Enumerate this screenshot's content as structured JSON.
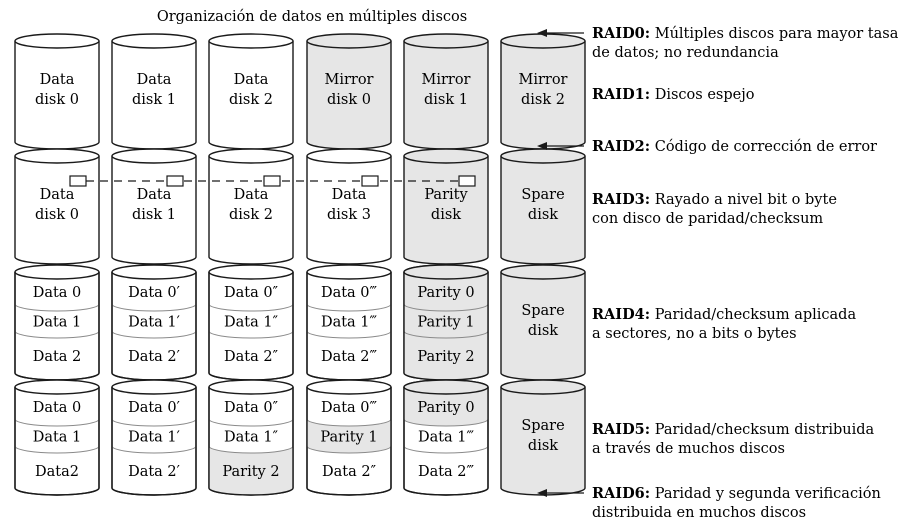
{
  "title": "Organización de datos en múltiples discos",
  "colors": {
    "white": "#ffffff",
    "gray": "#e6e6e6",
    "stroke": "#1a1a1a",
    "sector_line": "#8a8a8a"
  },
  "rows": [
    {
      "id": "raid1",
      "disks": [
        {
          "label": [
            "Data",
            "disk 0"
          ],
          "shade": "white"
        },
        {
          "label": [
            "Data",
            "disk 1"
          ],
          "shade": "white"
        },
        {
          "label": [
            "Data",
            "disk 2"
          ],
          "shade": "white"
        },
        {
          "label": [
            "Mirror",
            "disk 0"
          ],
          "shade": "gray"
        },
        {
          "label": [
            "Mirror",
            "disk 1"
          ],
          "shade": "gray"
        },
        {
          "label": [
            "Mirror",
            "disk 2"
          ],
          "shade": "gray"
        }
      ]
    },
    {
      "id": "raid3",
      "disks": [
        {
          "label": [
            "Data",
            "disk 0"
          ],
          "shade": "white"
        },
        {
          "label": [
            "Data",
            "disk 1"
          ],
          "shade": "white"
        },
        {
          "label": [
            "Data",
            "disk 2"
          ],
          "shade": "white"
        },
        {
          "label": [
            "Data",
            "disk 3"
          ],
          "shade": "white"
        },
        {
          "label": [
            "Parity",
            "disk"
          ],
          "shade": "gray"
        },
        {
          "label": [
            "Spare",
            "disk"
          ],
          "shade": "gray"
        }
      ]
    },
    {
      "id": "raid4",
      "disks": [
        {
          "sectors": [
            {
              "text": "Data 0",
              "shade": "white"
            },
            {
              "text": "Data 1",
              "shade": "white"
            },
            {
              "text": "Data 2",
              "shade": "white"
            }
          ]
        },
        {
          "sectors": [
            {
              "text": "Data 0′",
              "shade": "white"
            },
            {
              "text": "Data 1′",
              "shade": "white"
            },
            {
              "text": "Data 2′",
              "shade": "white"
            }
          ]
        },
        {
          "sectors": [
            {
              "text": "Data 0″",
              "shade": "white"
            },
            {
              "text": "Data 1″",
              "shade": "white"
            },
            {
              "text": "Data 2″",
              "shade": "white"
            }
          ]
        },
        {
          "sectors": [
            {
              "text": "Data 0‴",
              "shade": "white"
            },
            {
              "text": "Data 1‴",
              "shade": "white"
            },
            {
              "text": "Data 2‴",
              "shade": "white"
            }
          ]
        },
        {
          "sectors": [
            {
              "text": "Parity 0",
              "shade": "gray"
            },
            {
              "text": "Parity 1",
              "shade": "gray"
            },
            {
              "text": "Parity 2",
              "shade": "gray"
            }
          ]
        },
        {
          "label": [
            "Spare",
            "disk"
          ],
          "shade": "gray"
        }
      ]
    },
    {
      "id": "raid5",
      "disks": [
        {
          "sectors": [
            {
              "text": "Data 0",
              "shade": "white"
            },
            {
              "text": "Data 1",
              "shade": "white"
            },
            {
              "text": "Data2",
              "shade": "white"
            }
          ]
        },
        {
          "sectors": [
            {
              "text": "Data 0′",
              "shade": "white"
            },
            {
              "text": "Data 1′",
              "shade": "white"
            },
            {
              "text": "Data 2′",
              "shade": "white"
            }
          ]
        },
        {
          "sectors": [
            {
              "text": "Data 0″",
              "shade": "white"
            },
            {
              "text": "Data 1″",
              "shade": "white"
            },
            {
              "text": "Parity 2",
              "shade": "gray"
            }
          ]
        },
        {
          "sectors": [
            {
              "text": "Data 0‴",
              "shade": "white"
            },
            {
              "text": "Parity 1",
              "shade": "gray"
            },
            {
              "text": "Data 2″",
              "shade": "white"
            }
          ]
        },
        {
          "sectors": [
            {
              "text": "Parity 0",
              "shade": "gray"
            },
            {
              "text": "Data 1‴",
              "shade": "white"
            },
            {
              "text": "Data 2‴",
              "shade": "white"
            }
          ]
        },
        {
          "label": [
            "Spare",
            "disk"
          ],
          "shade": "gray"
        }
      ]
    }
  ],
  "descriptions": [
    {
      "bold": "RAID0:",
      "lines": [
        " Múltiples discos para mayor tasa",
        "de datos; no redundancia"
      ],
      "arrow": true
    },
    {
      "bold": "RAID1:",
      "lines": [
        " Discos espejo"
      ],
      "arrow": false
    },
    {
      "bold": "RAID2:",
      "lines": [
        " Código de corrección de error"
      ],
      "arrow": true
    },
    {
      "bold": "RAID3:",
      "lines": [
        " Rayado a nivel bit o byte",
        "con disco de paridad/checksum"
      ],
      "arrow": false
    },
    {
      "bold": "RAID4:",
      "lines": [
        " Paridad/checksum aplicada",
        "a sectores, no a bits o bytes"
      ],
      "arrow": false
    },
    {
      "bold": "RAID5:",
      "lines": [
        " Paridad/checksum distribuida",
        "a través de muchos discos"
      ],
      "arrow": false
    },
    {
      "bold": "RAID6:",
      "lines": [
        " Paridad y segunda verificación",
        "distribuida en muchos discos"
      ],
      "arrow": true
    }
  ]
}
